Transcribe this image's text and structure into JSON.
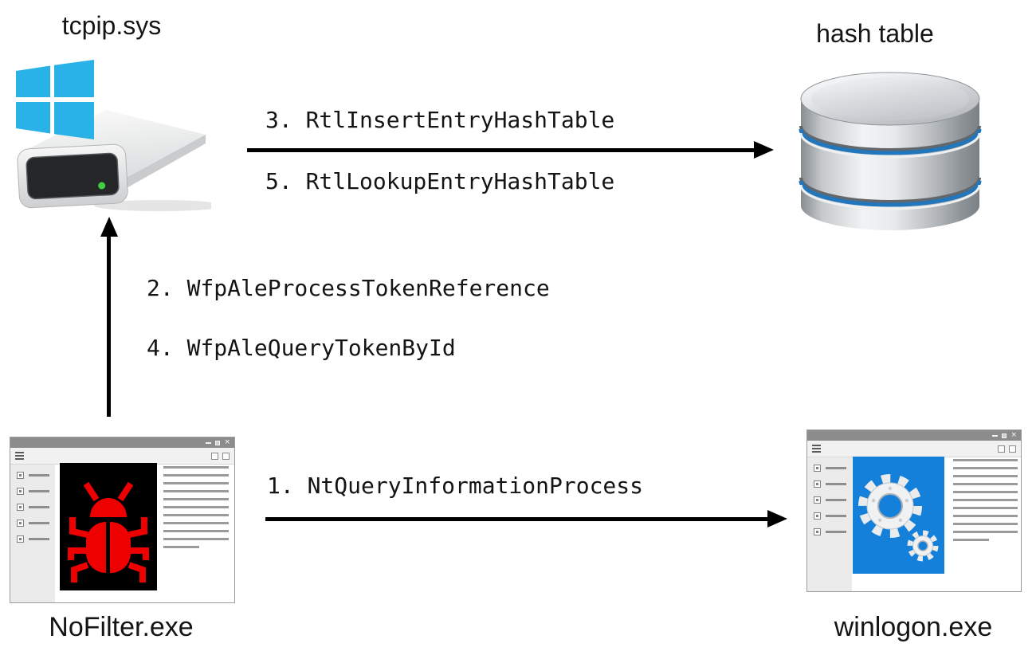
{
  "diagram": {
    "type": "flow-diagram",
    "nodes": {
      "tcpip": {
        "label": "tcpip.sys",
        "icon": "windows-hard-drive-icon"
      },
      "hash_table": {
        "label": "hash table",
        "icon": "database-icon"
      },
      "nofilter": {
        "label": "NoFilter.exe",
        "icon": "bug-app-window"
      },
      "winlogon": {
        "label": "winlogon.exe",
        "icon": "gears-app-window"
      }
    },
    "edges": {
      "tcpip_to_hash_table": {
        "from": "tcpip",
        "to": "hash_table",
        "direction": "right",
        "label_above": "3. RtlInsertEntryHashTable",
        "label_below": "5. RtlLookupEntryHashTable"
      },
      "nofilter_to_tcpip": {
        "from": "nofilter",
        "to": "tcpip",
        "direction": "up",
        "label_line1": "2. WfpAleProcessTokenReference",
        "label_line2": "4. WfpAleQueryTokenById"
      },
      "nofilter_to_winlogon": {
        "from": "nofilter",
        "to": "winlogon",
        "direction": "right",
        "label_above": "1. NtQueryInformationProcess"
      }
    },
    "colors": {
      "windows_logo_blue": "#29B2E8",
      "database_ring_blue": "#2176BC",
      "bug_red": "#EE0000",
      "app_panel_blue": "#1580D9",
      "arrow_black": "#000000",
      "led_green": "#41CF41"
    },
    "window_chrome": {
      "close_glyph": "×"
    }
  }
}
